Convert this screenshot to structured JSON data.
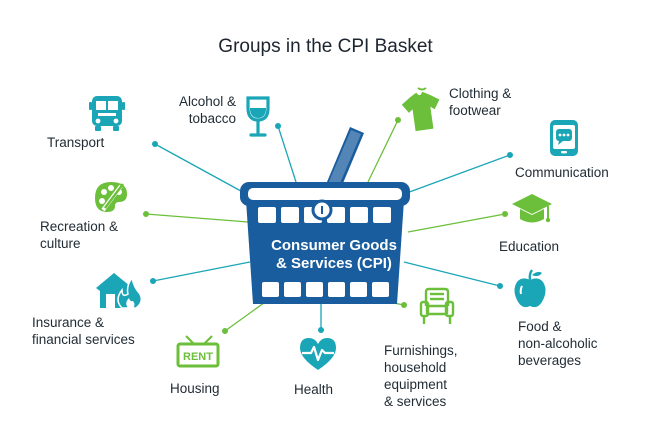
{
  "title": "Groups in the CPI Basket",
  "center": {
    "label": "Consumer Goods\n& Services (CPI)"
  },
  "categories": [
    {
      "id": "transport",
      "label": "Transport",
      "icon": "bus-icon",
      "color": "#1aa6b7"
    },
    {
      "id": "alcohol",
      "label": "Alcohol &\ntobacco",
      "icon": "wine-glass-icon",
      "color": "#1aa6b7"
    },
    {
      "id": "clothing",
      "label": "Clothing &\nfootwear",
      "icon": "shirt-icon",
      "color": "#6cbf3a"
    },
    {
      "id": "communication",
      "label": "Communication",
      "icon": "chat-phone-icon",
      "color": "#1aa6b7"
    },
    {
      "id": "recreation",
      "label": "Recreation &\nculture",
      "icon": "palette-icon",
      "color": "#6cbf3a"
    },
    {
      "id": "education",
      "label": "Education",
      "icon": "graduation-cap-icon",
      "color": "#6cbf3a"
    },
    {
      "id": "insurance",
      "label": "Insurance &\nfinancial services",
      "icon": "house-fire-icon",
      "color": "#1aa6b7"
    },
    {
      "id": "food",
      "label": "Food &\nnon-alcoholic\nbeverages",
      "icon": "apple-icon",
      "color": "#1aa6b7"
    },
    {
      "id": "housing",
      "label": "Housing",
      "icon": "rent-sign-icon",
      "color": "#6cbf3a",
      "sign_text": "RENT"
    },
    {
      "id": "health",
      "label": "Health",
      "icon": "heart-pulse-icon",
      "color": "#1aa6b7"
    },
    {
      "id": "furnishings",
      "label": "Furnishings,\nhousehold\nequipment\n& services",
      "icon": "armchair-icon",
      "color": "#6cbf3a"
    }
  ],
  "colors": {
    "basket": "#1a5d9e",
    "basket_dark": "#124a80",
    "teal": "#1aa6b7",
    "green": "#6cbf3a"
  }
}
